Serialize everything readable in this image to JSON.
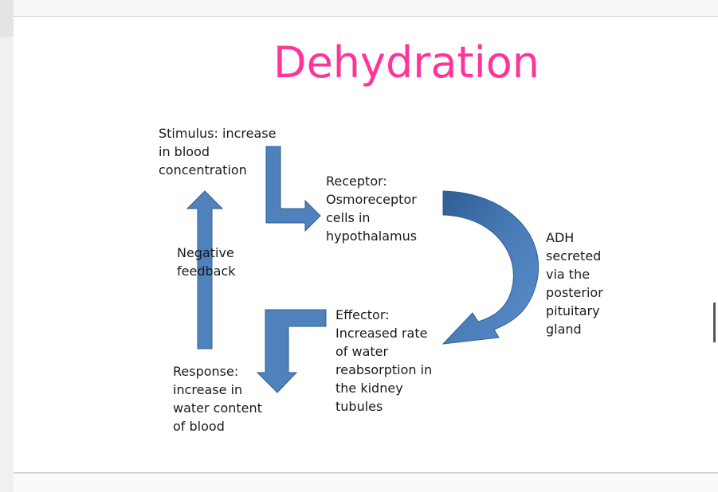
{
  "diagram": {
    "title": "Dehydration",
    "nodes": {
      "stimulus": "Stimulus: increase\nin blood\nconcentration",
      "receptor": "Receptor:\nOsmoreceptor\ncells in\nhypothalamus",
      "adh": "ADH\nsecreted\nvia the\nposterior\npituitary\ngland",
      "effector": "Effector:\nIncreased rate\nof water\nreabsorption in\nthe kidney\ntubules",
      "response": "Response:\nincrease in\nwater content\nof blood",
      "feedback": "Negative\nfeedback"
    }
  },
  "colors": {
    "title": "#ff3399",
    "arrow_fill": "#4f81bd",
    "arrow_stroke": "#2f5f93",
    "arrow_dark": "#2a4f7f"
  }
}
